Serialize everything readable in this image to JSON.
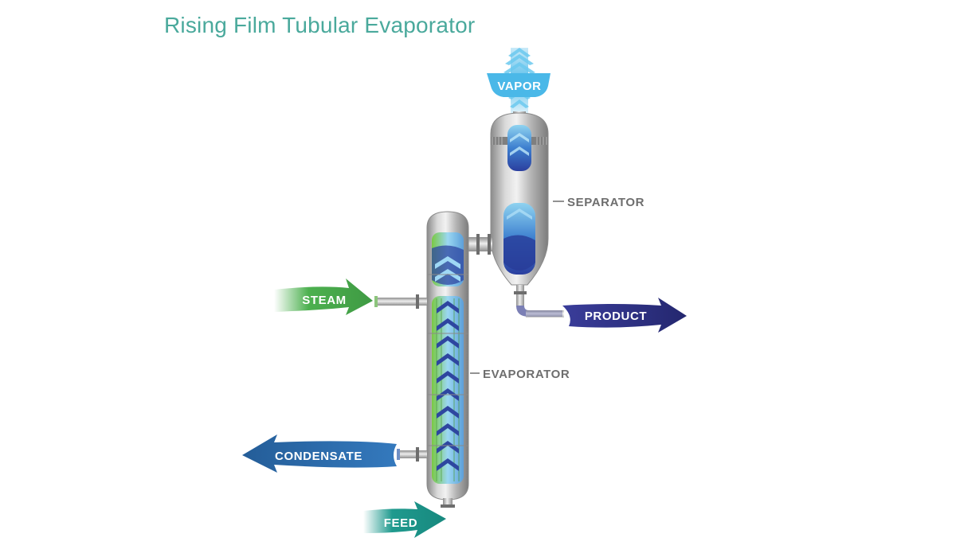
{
  "title": "Rising Film Tubular Evaporator",
  "labels": {
    "vapor": "VAPOR",
    "separator": "SEPARATOR",
    "evaporator": "EVAPORATOR",
    "steam": "STEAM",
    "product": "PRODUCT",
    "condensate": "CONDENSATE",
    "feed": "FEED"
  },
  "colors": {
    "title": "#4aa99c",
    "steam": "#4cb04f",
    "product": "#2d2f82",
    "condensate": "#2b6cab",
    "feed": "#1f9a8e",
    "vapor": "#5cc3e6",
    "vessel_metal": "#9a9a9a",
    "vessel_label": "#6e6e6e"
  }
}
